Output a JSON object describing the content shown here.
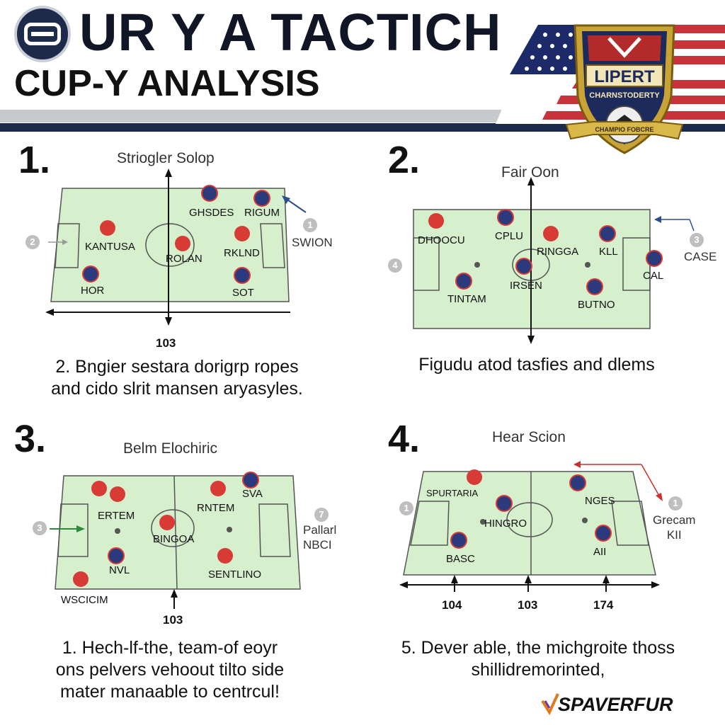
{
  "header": {
    "title": "UR Y A TACTICH",
    "subtitle": "CUP-Y ANALYSIS",
    "badge_line1": "LIPERT",
    "badge_line2": "CHARNSTODERTY",
    "badge_ribbon": "CHAMPIO FOBCRE"
  },
  "panels": [
    {
      "number": "1.",
      "heading": "Striogler Solop",
      "caption_lines": [
        "2. Bngier sestara dorigrp ropes",
        "and cido slrit mansen aryasyles."
      ],
      "axis_label": "103",
      "badges": [
        "2",
        "1"
      ],
      "side_labels": [
        "SWION"
      ],
      "players": [
        "GHSDES",
        "RIGUM",
        "KANTUSA",
        "ROLAN",
        "RKLND",
        "HOR",
        "SOT"
      ]
    },
    {
      "number": "2.",
      "heading": "Fair Oon",
      "caption_lines": [
        "Figudu atod tasfies and dlems"
      ],
      "badges": [
        "4",
        "3"
      ],
      "side_labels": [
        "CASE"
      ],
      "players": [
        "DHOOCU",
        "CPLU",
        "RINGGA",
        "KLL",
        "CAL",
        "TINTAM",
        "IRSEN",
        "BUTNO"
      ]
    },
    {
      "number": "3.",
      "heading": "Belm Elochiric",
      "caption_lines": [
        "1.  Hech-lf-the, team-of eoyr",
        "ons pelvers vehoout tilto side",
        "mater manaable to centrcul!"
      ],
      "axis_label": "103",
      "badges": [
        "3",
        "7"
      ],
      "side_labels": [
        "Pallarl",
        "NBCI"
      ],
      "bottom_left_label": "WSCICIM",
      "players": [
        "ERTEM",
        "RNTEM",
        "SVA",
        "BINGOA",
        "NVL",
        "SENTLINO"
      ]
    },
    {
      "number": "4.",
      "heading": "Hear Scion",
      "caption_lines": [
        "5.  Dever able, the michgroite thoss",
        "shillidremorinted,"
      ],
      "axis_labels": [
        "104",
        "103",
        "174"
      ],
      "badges": [
        "1",
        "1"
      ],
      "side_labels": [
        "Grecam",
        "KII"
      ],
      "players": [
        "SPURTARIA",
        "NGES",
        "HINGRO",
        "BASC",
        "AII"
      ]
    }
  ],
  "brand": "SPAVERFUR",
  "colors": {
    "navy": "#1c2a4d",
    "pitch": "#d6efcc",
    "home_red": "#d83a36",
    "away_navy": "#2a3a7c",
    "arrow_blue": "#2b4f8c",
    "arrow_red": "#c7332e",
    "arrow_green": "#2e8a3a"
  }
}
